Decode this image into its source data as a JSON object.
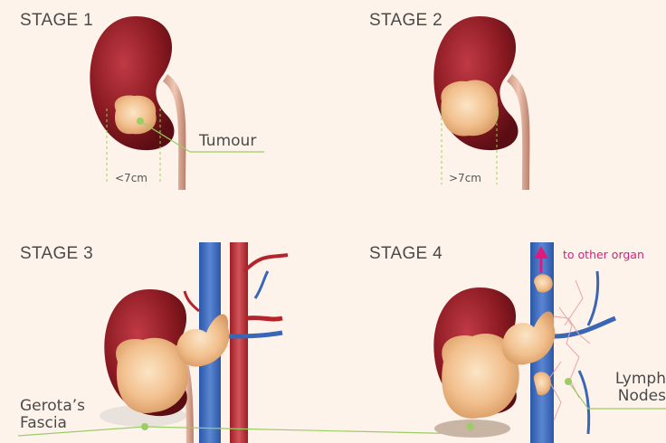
{
  "stages": [
    {
      "label": "STAGE 1",
      "measure": "<7cm",
      "annotation": "Tumour"
    },
    {
      "label": "STAGE 2",
      "measure": ">7cm"
    },
    {
      "label": "STAGE 3",
      "annotation": "Gerota’s\nFascia"
    },
    {
      "label": "STAGE 4",
      "annotation": "Lymph\nNodes",
      "arrow_note": "to other organ"
    }
  ],
  "colors": {
    "background": "#fdf3ea",
    "kidney": "#8b1a22",
    "tumour": "#f2c08e",
    "leader_line": "#9ccc65",
    "vein": "#3a67b5",
    "artery": "#b3242d",
    "arrow": "#e0197d",
    "measure_line": "#9ccc65"
  }
}
